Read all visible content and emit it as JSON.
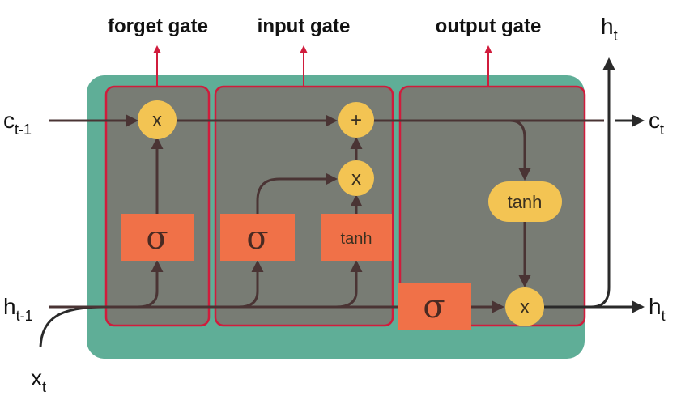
{
  "gates": {
    "forget": "forget gate",
    "input": "input gate",
    "output": "output gate"
  },
  "inputs": {
    "c_prev": {
      "base": "c",
      "sub": "t-1"
    },
    "h_prev": {
      "base": "h",
      "sub": "t-1"
    },
    "x": {
      "base": "x",
      "sub": "t"
    }
  },
  "outputs": {
    "c": {
      "base": "c",
      "sub": "t"
    },
    "h_right": {
      "base": "h",
      "sub": "t"
    },
    "h_top": {
      "base": "h",
      "sub": "t"
    }
  },
  "ops": {
    "forget_multiply": "x",
    "forget_sigma": "σ",
    "input_add": "+",
    "input_multiply": "x",
    "input_sigma": "σ",
    "input_tanh": "tanh",
    "output_tanh": "tanh",
    "output_sigma": "σ",
    "output_multiply": "x"
  },
  "colors": {
    "cell": "#5fae97",
    "gate_overlay": "#787c74",
    "gate_border": "#d01c3c",
    "operation_circle": "#f3c453",
    "activation_box": "#f07148",
    "line": "#4a3434",
    "external_line": "#2a2a2a"
  }
}
